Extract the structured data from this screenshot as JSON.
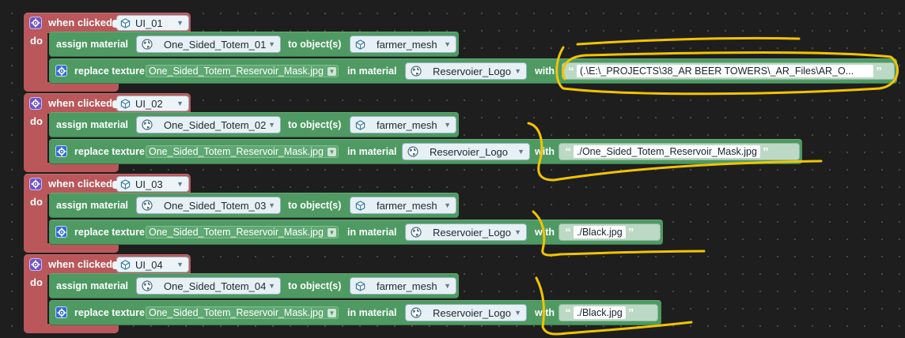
{
  "labels": {
    "when_clicked": "when clicked",
    "do": "do",
    "assign_material": "assign material",
    "to_objects": "to object(s)",
    "replace_texture": "replace texture",
    "in_material": "in material",
    "with": "with"
  },
  "quote_open": "“",
  "quote_close": "”",
  "dropdown_glyph": "▼",
  "icons": {
    "event": "gear-icon",
    "statement": "gear-icon",
    "trigger": "cube-icon",
    "material": "globe-icon",
    "object": "cube-icon"
  },
  "colors": {
    "background": "#1e1e1e",
    "event_block": "#b9575b",
    "statement_block": "#4e9a62",
    "annotation": "#f2c400"
  },
  "events": [
    {
      "trigger": "UI_01",
      "material": "One_Sided_Totem_01",
      "object": "farmer_mesh",
      "texture": "One_Sided_Totem_Reservoir_Mask.jpg",
      "target_material": "Reservoier_Logo",
      "value": "(.\\E:\\_PROJECTS\\38_AR BEER TOWERS\\_AR_Files\\AR_O..."
    },
    {
      "trigger": "UI_02",
      "material": "One_Sided_Totem_02",
      "object": "farmer_mesh",
      "texture": "One_Sided_Totem_Reservoir_Mask.jpg",
      "target_material": "Reservoier_Logo",
      "value": "./One_Sided_Totem_Reservoir_Mask.jpg"
    },
    {
      "trigger": "UI_03",
      "material": "One_Sided_Totem_03",
      "object": "farmer_mesh",
      "texture": "One_Sided_Totem_Reservoir_Mask.jpg",
      "target_material": "Reservoier_Logo",
      "value": "./Black.jpg"
    },
    {
      "trigger": "UI_04",
      "material": "One_Sided_Totem_04",
      "object": "farmer_mesh",
      "texture": "One_Sided_Totem_Reservoir_Mask.jpg",
      "target_material": "Reservoier_Logo",
      "value": "./Black.jpg"
    }
  ]
}
